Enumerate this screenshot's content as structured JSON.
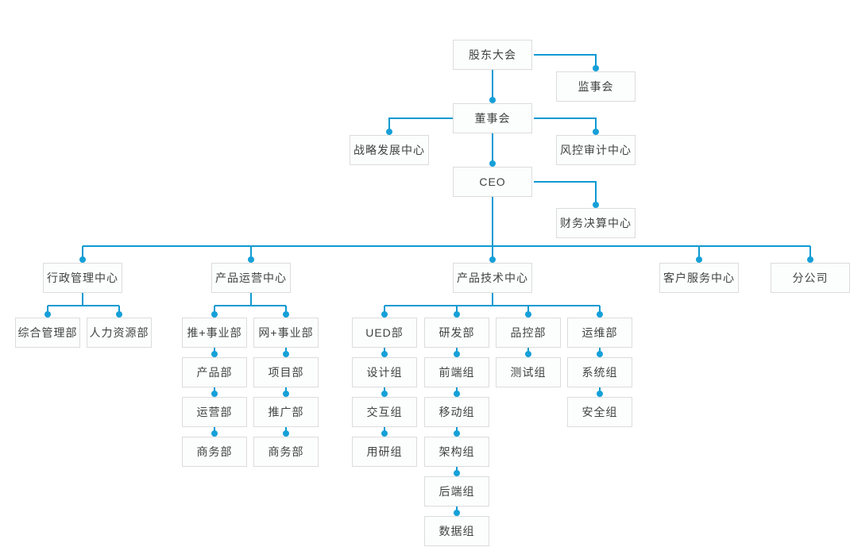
{
  "org_chart": {
    "type": "org-tree",
    "colors": {
      "connector": "#0e9ad2",
      "dot": "#16a0d8",
      "node_border": "#dcdcdc",
      "node_bg": "#fcfdfd",
      "node_text": "#424242",
      "page_bg": "#ffffff"
    },
    "nodes": {
      "shareholders": {
        "label": "股东大会"
      },
      "supervisory": {
        "label": "监事会"
      },
      "board": {
        "label": "董事会"
      },
      "strategy": {
        "label": "战略发展中心"
      },
      "risk_audit": {
        "label": "风控审计中心"
      },
      "ceo": {
        "label": "CEO"
      },
      "finance": {
        "label": "财务决算中心"
      },
      "admin_center": {
        "label": "行政管理中心"
      },
      "product_ops_center": {
        "label": "产品运营中心"
      },
      "tech_center": {
        "label": "产品技术中心"
      },
      "customer_service_center": {
        "label": "客户服务中心"
      },
      "branch_company": {
        "label": "分公司"
      },
      "general_affairs": {
        "label": "综合管理部"
      },
      "hr": {
        "label": "人力资源部"
      },
      "tui_division": {
        "label": "推+事业部"
      },
      "wang_division": {
        "label": "网+事业部"
      },
      "product_dept": {
        "label": "产品部"
      },
      "project_dept": {
        "label": "项目部"
      },
      "operations_dept": {
        "label": "运营部"
      },
      "promotion_dept": {
        "label": "推广部"
      },
      "business_left": {
        "label": "商务部"
      },
      "business_right": {
        "label": "商务部"
      },
      "ued_dept": {
        "label": "UED部"
      },
      "rd_dept": {
        "label": "研发部"
      },
      "qc_dept": {
        "label": "品控部"
      },
      "om_dept": {
        "label": "运维部"
      },
      "design_group": {
        "label": "设计组"
      },
      "frontend_group": {
        "label": "前端组"
      },
      "testing_group": {
        "label": "测试组"
      },
      "system_group": {
        "label": "系统组"
      },
      "interaction_group": {
        "label": "交互组"
      },
      "mobile_group": {
        "label": "移动组"
      },
      "security_group": {
        "label": "安全组"
      },
      "user_research_group": {
        "label": "用研组"
      },
      "architecture_group": {
        "label": "架构组"
      },
      "backend_group": {
        "label": "后端组"
      },
      "data_group": {
        "label": "数据组"
      }
    },
    "edges": [
      [
        "shareholders",
        "supervisory"
      ],
      [
        "shareholders",
        "board"
      ],
      [
        "board",
        "strategy"
      ],
      [
        "board",
        "risk_audit"
      ],
      [
        "board",
        "ceo"
      ],
      [
        "ceo",
        "finance"
      ],
      [
        "ceo",
        "admin_center"
      ],
      [
        "ceo",
        "product_ops_center"
      ],
      [
        "ceo",
        "tech_center"
      ],
      [
        "ceo",
        "customer_service_center"
      ],
      [
        "ceo",
        "branch_company"
      ],
      [
        "admin_center",
        "general_affairs"
      ],
      [
        "admin_center",
        "hr"
      ],
      [
        "product_ops_center",
        "tui_division"
      ],
      [
        "product_ops_center",
        "wang_division"
      ],
      [
        "tui_division",
        "product_dept"
      ],
      [
        "product_dept",
        "operations_dept"
      ],
      [
        "operations_dept",
        "business_left"
      ],
      [
        "wang_division",
        "project_dept"
      ],
      [
        "project_dept",
        "promotion_dept"
      ],
      [
        "promotion_dept",
        "business_right"
      ],
      [
        "tech_center",
        "ued_dept"
      ],
      [
        "tech_center",
        "rd_dept"
      ],
      [
        "tech_center",
        "qc_dept"
      ],
      [
        "tech_center",
        "om_dept"
      ],
      [
        "ued_dept",
        "design_group"
      ],
      [
        "design_group",
        "interaction_group"
      ],
      [
        "interaction_group",
        "user_research_group"
      ],
      [
        "rd_dept",
        "frontend_group"
      ],
      [
        "frontend_group",
        "mobile_group"
      ],
      [
        "mobile_group",
        "architecture_group"
      ],
      [
        "architecture_group",
        "backend_group"
      ],
      [
        "backend_group",
        "data_group"
      ],
      [
        "qc_dept",
        "testing_group"
      ],
      [
        "om_dept",
        "system_group"
      ],
      [
        "system_group",
        "security_group"
      ]
    ]
  }
}
